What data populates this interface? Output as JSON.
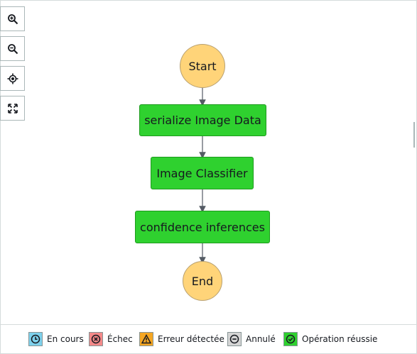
{
  "toolbar": {
    "zoom_in_icon": "zoom-in-icon",
    "zoom_out_icon": "zoom-out-icon",
    "center_icon": "crosshair-icon",
    "fit_icon": "expand-icon"
  },
  "graph": {
    "start_label": "Start",
    "end_label": "End",
    "states": [
      {
        "label": "serialize Image Data",
        "status": "Opération réussie"
      },
      {
        "label": "Image Classifier",
        "status": "Opération réussie"
      },
      {
        "label": "confidence inferences",
        "status": "Opération réussie"
      }
    ]
  },
  "legend": {
    "items": [
      {
        "label": "En cours",
        "color": "#7ed1ec",
        "icon": "clock-icon"
      },
      {
        "label": "Échec",
        "color": "#f38989",
        "icon": "circle-x-icon"
      },
      {
        "label": "Erreur détectée",
        "color": "#f5a623",
        "icon": "warning-icon"
      },
      {
        "label": "Annulé",
        "color": "#d5d5d5",
        "icon": "circle-minus-icon"
      },
      {
        "label": "Opération réussie",
        "color": "#2fd12f",
        "icon": "circle-check-icon"
      }
    ]
  },
  "colors": {
    "start_end": "#ffd479",
    "success": "#2fd12f",
    "edge": "#545b64"
  }
}
